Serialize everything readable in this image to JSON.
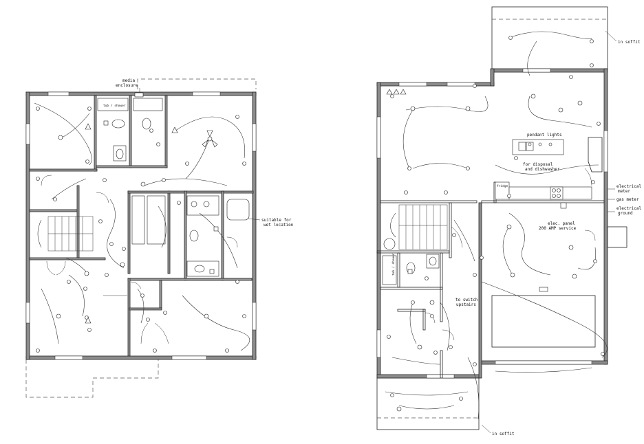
{
  "left_plan": {
    "labels": {
      "media_enclosure": [
        "media",
        "enclosure"
      ],
      "tub_shower": "tub / shower",
      "wet_location": [
        "suitable for",
        "wet location"
      ]
    }
  },
  "right_plan": {
    "labels": {
      "soffit_top": "in soffit",
      "soffit_bottom": "in soffit",
      "pendant_lights": "pendant lights",
      "disposal": [
        "for disposal",
        "and dishwasher"
      ],
      "fridge": "fridge",
      "tub_shower": "tub / shower",
      "switch_upstairs": [
        "to switch",
        "upstairs"
      ],
      "elec_panel": [
        "elec. panel",
        "200 AMP service"
      ],
      "electrical_meter": [
        "electrical",
        "meter"
      ],
      "gas_meter": "gas meter",
      "electrical_ground": [
        "electrical",
        "ground"
      ]
    }
  },
  "symbols": {
    "outlet": "duplex-outlet-symbol",
    "gfci": "gfci-outlet-symbol",
    "switch": "switch-symbol",
    "light": "ceiling-light-symbol",
    "smoke": "smoke-detector-symbol",
    "fan": "ceiling-fan-symbol"
  }
}
